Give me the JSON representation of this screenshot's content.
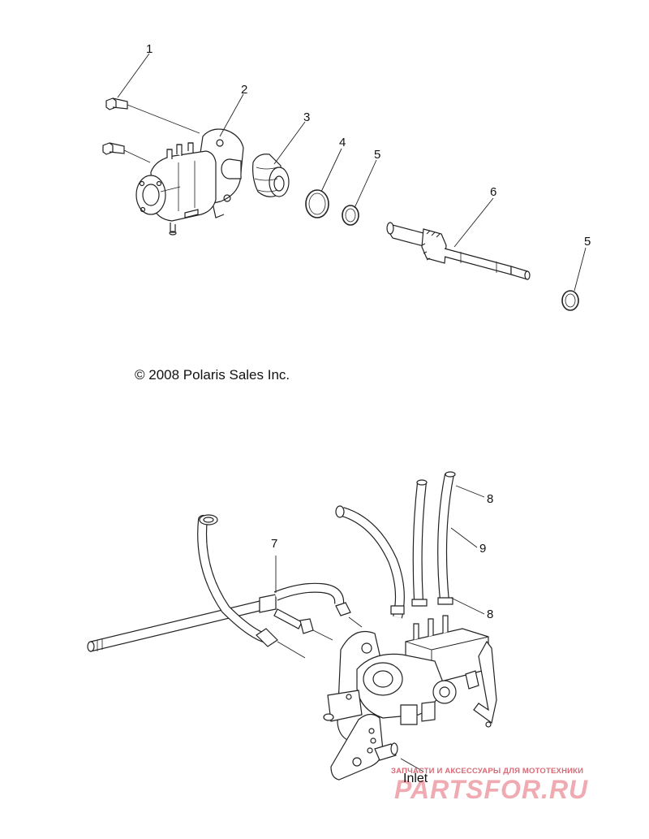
{
  "copyright": "© 2008 Polaris Sales Inc.",
  "inlet_label": "Inlet",
  "callouts": [
    "1",
    "2",
    "3",
    "4",
    "5",
    "6",
    "5",
    "7",
    "8",
    "9",
    "8"
  ],
  "watermark": {
    "line1": "ЗАПЧАСТИ И АКСЕССУАРЫ ДЛЯ МОТОТЕХНИКИ",
    "line2": "PARTSFOR.RU",
    "color": "#e06070"
  }
}
